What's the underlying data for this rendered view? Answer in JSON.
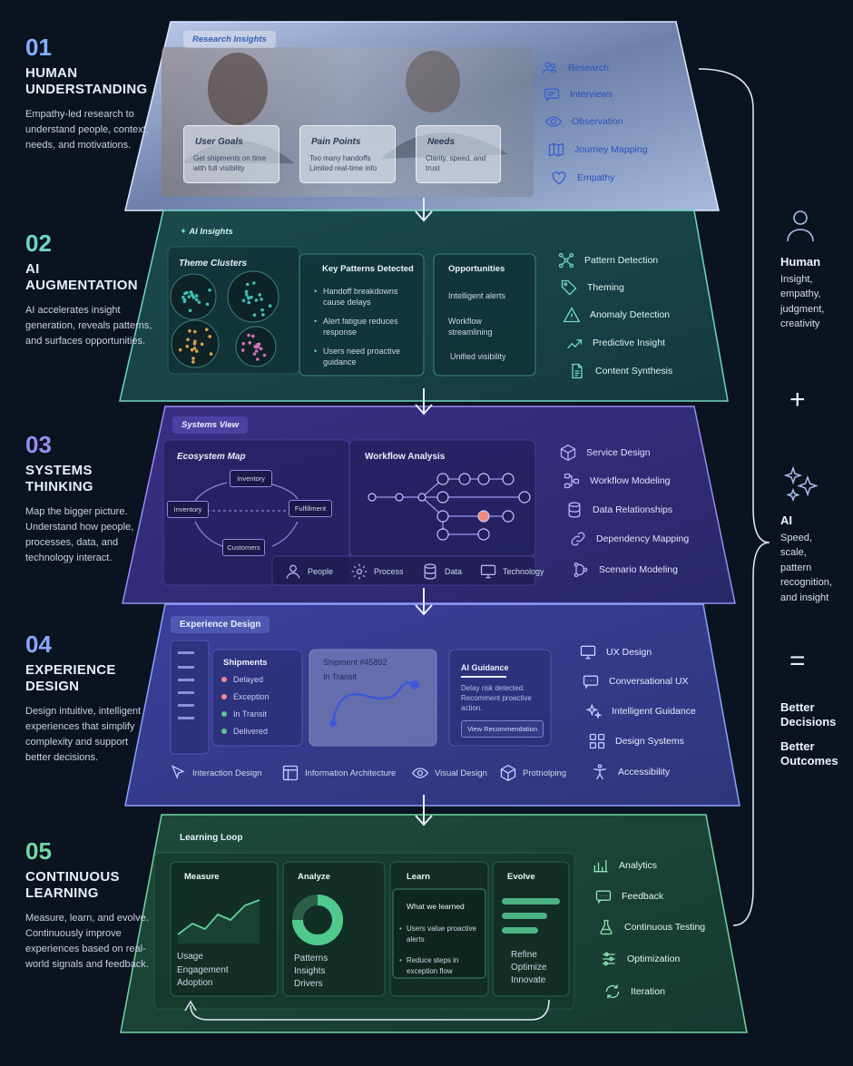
{
  "steps": [
    {
      "num": "01",
      "title_1": "HUMAN",
      "title_2": "UNDERSTANDING",
      "desc": "Empathy-led research to understand people, context, needs, and motivations.",
      "color": "#7fb2ff"
    },
    {
      "num": "02",
      "title_1": "AI",
      "title_2": "AUGMENTATION",
      "desc": "AI accelerates insight generation, reveals patterns, and surfaces opportunities.",
      "color": "#6fd6c6"
    },
    {
      "num": "03",
      "title_1": "SYSTEMS",
      "title_2": "THINKING",
      "desc": "Map the bigger picture. Understand how people, processes, data, and technology interact.",
      "color": "#9a8cf0"
    },
    {
      "num": "04",
      "title_1": "EXPERIENCE",
      "title_2": "DESIGN",
      "desc": "Design intuitive, intelligent experiences that simplify complexity and support better decisions.",
      "color": "#8aa6ff"
    },
    {
      "num": "05",
      "title_1": "CONTINUOUS",
      "title_2": "LEARNING",
      "desc": "Measure, learn, and evolve. Continuously improve experiences based on real-world signals and feedback.",
      "color": "#72d6a0"
    }
  ],
  "layer1": {
    "tag": "Research Insights",
    "cards": [
      {
        "title": "User Goals",
        "body": "Get shipments on time with full visibility"
      },
      {
        "title": "Pain Points",
        "body": "Too many handoffs Limited real-time info"
      },
      {
        "title": "Needs",
        "body": "Clarity, speed, and trust"
      }
    ],
    "tools": [
      "Research",
      "Interviews",
      "Observation",
      "Journey Mapping",
      "Empathy"
    ]
  },
  "layer2": {
    "tag": "AI Insights",
    "clusters_title": "Theme Clusters",
    "patterns_title": "Key Patterns Detected",
    "patterns": [
      "Handoff breakdowns cause delays",
      "Alert fatigue reduces response",
      "Users need proactive guidance"
    ],
    "opps_title": "Opportunities",
    "opps": [
      "Intelligent alerts",
      "Workflow streamlining",
      "Unified visibility"
    ],
    "tools": [
      "Pattern Detection",
      "Theming",
      "Anomaly Detection",
      "Predictive Insight",
      "Content Synthesis"
    ]
  },
  "layer3": {
    "tag": "Systems View",
    "eco_title": "Ecosystem Map",
    "eco_nodes": [
      "Inventory",
      "Inventory",
      "Fulfillment",
      "Customers"
    ],
    "wf_title": "Workflow Analysis",
    "legend": [
      "People",
      "Process",
      "Data",
      "Technology"
    ],
    "tools": [
      "Service Design",
      "Workflow Modeling",
      "Data Relationships",
      "Dependency Mapping",
      "Scenario Modeling"
    ]
  },
  "layer4": {
    "tag": "Experience Design",
    "ship_title": "Shipments",
    "ship_items": [
      "Delayed",
      "Exception",
      "In Transit",
      "Delivered"
    ],
    "ship_colors": [
      "#f08a8a",
      "#f08a8a",
      "#57c98f",
      "#57c98f"
    ],
    "ship_num": "Shipment #45892",
    "ship_status": "In Transit",
    "guid_title": "AI Guidance",
    "guid_body": "Delay risk detected. Recomment proactive action.",
    "guid_btn": "View Recommendation",
    "bottom": [
      "Interaction Design",
      "Information Architecture",
      "Visual Design",
      "Protnolping"
    ],
    "tools": [
      "UX Design",
      "Conversational UX",
      "Intelligent Guidance",
      "Design Systems",
      "Accessibility"
    ]
  },
  "layer5": {
    "tag": "Learning Loop",
    "measure_title": "Measure",
    "measure_items": [
      "Usage",
      "Engagement",
      "Adoption"
    ],
    "analyze_title": "Analyze",
    "analyze_items": [
      "Patterns",
      "Insights",
      "Drivers"
    ],
    "learn_title": "Learn",
    "learned_title": "What we learned",
    "learned": [
      "Users value proactive alerts",
      "Reduce steps in exception flow"
    ],
    "evolve_title": "Evolve",
    "evolve_items": [
      "Refine",
      "Optimize",
      "Innovate"
    ],
    "tools": [
      "Analytics",
      "Feedback",
      "Continuous Testing",
      "Optimization",
      "Iteration"
    ]
  },
  "right": {
    "human_title": "Human",
    "human_lines": [
      "Insight,",
      "empathy,",
      "judgment,",
      "creativity"
    ],
    "plus": "+",
    "ai_title": "AI",
    "ai_lines": [
      "Speed,",
      "scale,",
      "pattern",
      "recognition,",
      "and insight"
    ],
    "equals": "=",
    "out1": "Better Decisions",
    "out2": "Better Outcomes"
  }
}
